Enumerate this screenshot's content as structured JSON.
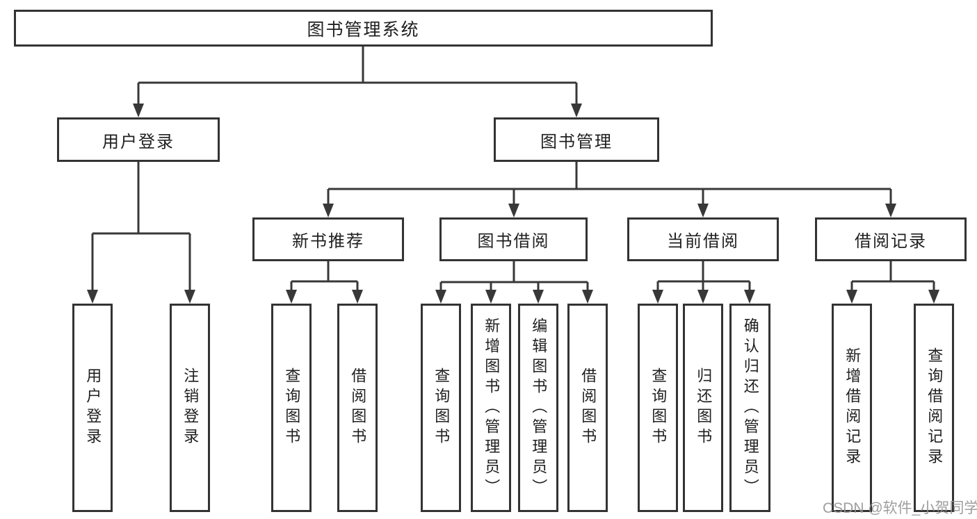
{
  "diagram_title": "图书管理系统",
  "nodes": {
    "root": {
      "label": "图书管理系统"
    },
    "user_login": {
      "label": "用户登录"
    },
    "book_mgmt": {
      "label": "图书管理"
    },
    "new_book": {
      "label": "新书推荐"
    },
    "book_borrow": {
      "label": "图书借阅"
    },
    "current_borrow": {
      "label": "当前借阅"
    },
    "borrow_record": {
      "label": "借阅记录"
    },
    "leaf_user_login": {
      "label": "用户登录"
    },
    "leaf_logout": {
      "label": "注销登录"
    },
    "leaf_query_book_1": {
      "label": "查询图书"
    },
    "leaf_borrow_book_1": {
      "label": "借阅图书"
    },
    "leaf_query_book_2": {
      "label": "查询图书"
    },
    "leaf_add_book": {
      "label": "新增图书（管理员）"
    },
    "leaf_edit_book": {
      "label": "编辑图书（管理员）"
    },
    "leaf_borrow_book_2": {
      "label": "借阅图书"
    },
    "leaf_query_book_3": {
      "label": "查询图书"
    },
    "leaf_return_book": {
      "label": "归还图书"
    },
    "leaf_confirm_return": {
      "label": "确认归还（管理员）"
    },
    "leaf_add_record": {
      "label": "新增借阅记录"
    },
    "leaf_query_record": {
      "label": "查询借阅记录"
    }
  },
  "watermark": "CSDN @软件_小贺同学",
  "colors": {
    "line": "#383838",
    "box_border": "#333333",
    "text": "#1f1f1f",
    "watermark_gray": "#949494"
  }
}
